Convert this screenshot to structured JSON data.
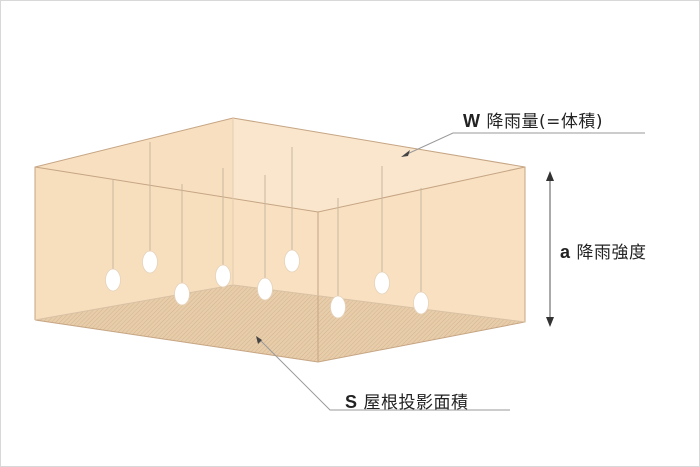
{
  "labels": {
    "w": {
      "symbol": "W",
      "text": "降雨量(=体積)"
    },
    "a": {
      "symbol": "a",
      "text": "降雨強度"
    },
    "s": {
      "symbol": "S",
      "text": "屋根投影面積"
    }
  },
  "colors": {
    "box_fill": "#f8e3c7",
    "box_edge": "#c9a98b",
    "floor_hatch": "#bfa07e",
    "leader": "#999999",
    "drop": "#ffffff"
  }
}
